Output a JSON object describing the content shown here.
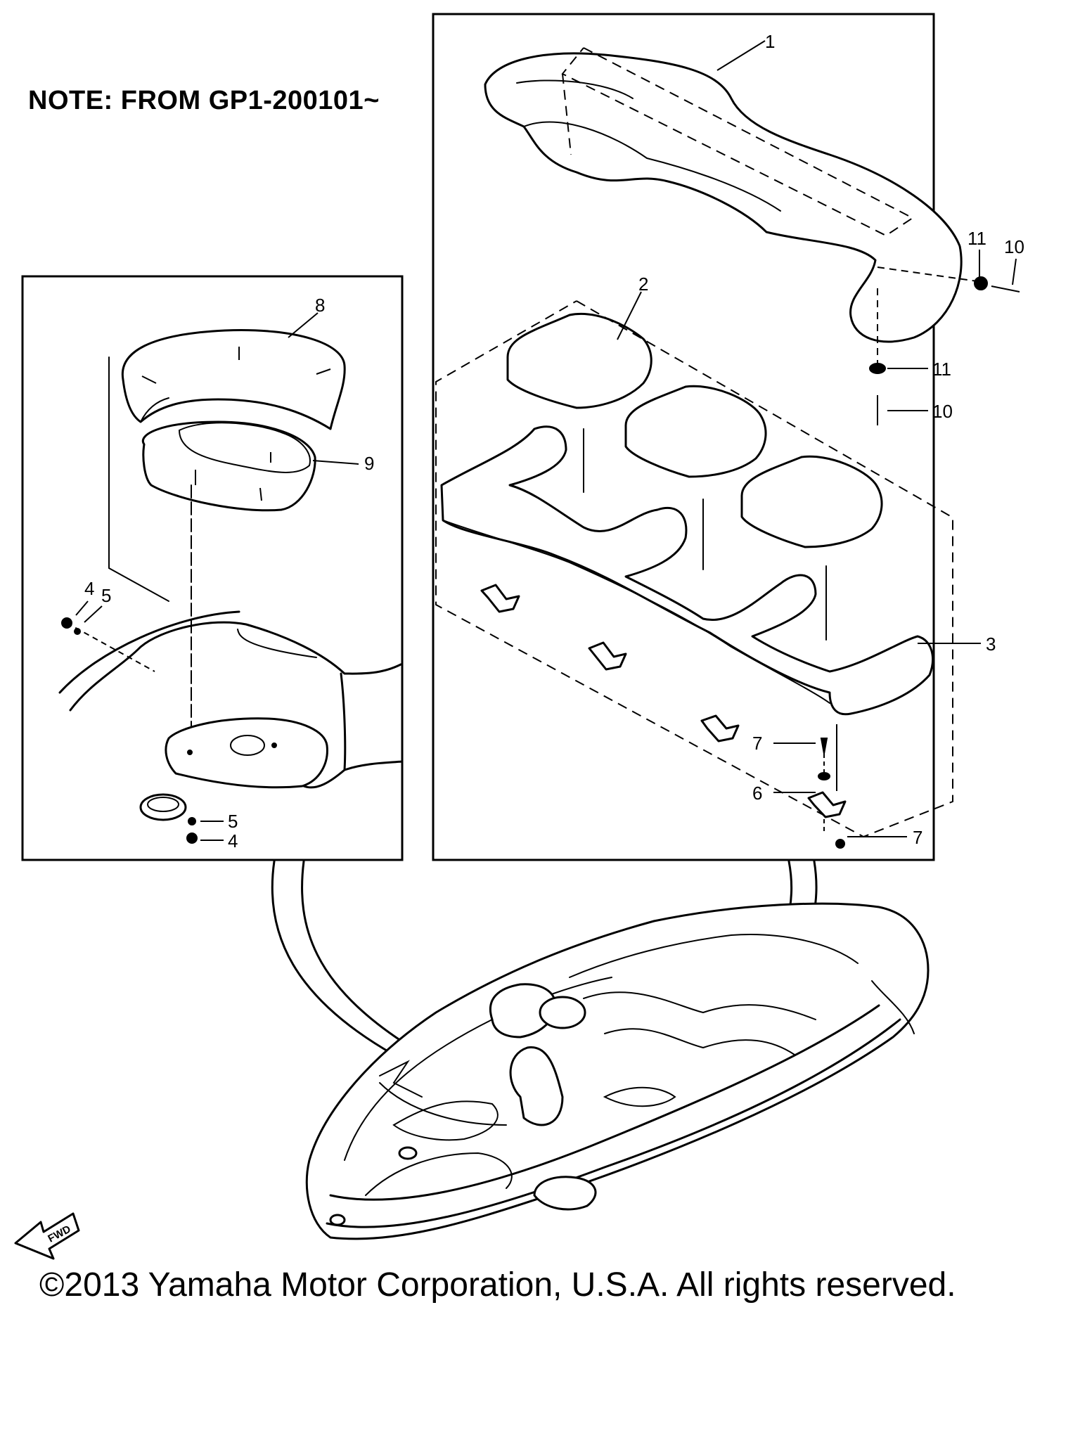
{
  "note": "NOTE: FROM GP1-200101~",
  "copyright": "©2013 Yamaha Motor Corporation, U.S.A. All rights reserved.",
  "fwd_label": "FWD",
  "callouts": {
    "c1": "1",
    "c2": "2",
    "c3": "3",
    "c4a": "4",
    "c5a": "5",
    "c5b": "5",
    "c4b": "4",
    "c6": "6",
    "c7a": "7",
    "c7b": "7",
    "c8": "8",
    "c9": "9",
    "c10a": "10",
    "c11a": "11",
    "c11b": "11",
    "c10b": "10"
  }
}
